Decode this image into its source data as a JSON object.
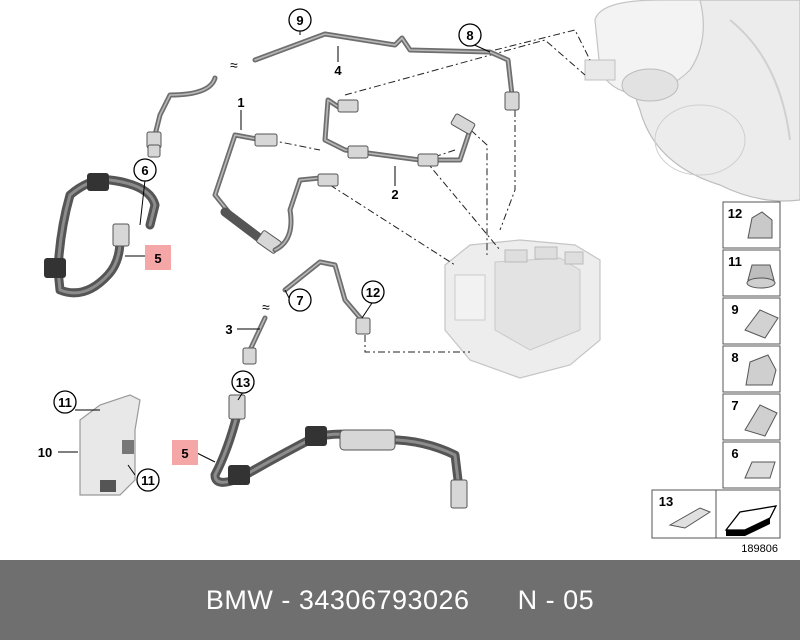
{
  "footer": {
    "brand": "BMW",
    "sep1": " - ",
    "part_number": "34306793026",
    "gap": "      ",
    "position": "N - 05"
  },
  "diagram": {
    "ref_code": "189806",
    "callouts": {
      "c9": "9",
      "c8": "8",
      "c6": "6",
      "c7": "7",
      "c12": "12",
      "c13": "13",
      "c11a": "11",
      "c11b": "11"
    },
    "labels": {
      "l4": "4",
      "l1": "1",
      "l2": "2",
      "l3": "3",
      "l10": "10",
      "l5a": "5",
      "l5b": "5"
    },
    "sidebar": {
      "s12": "12",
      "s11": "11",
      "s9": "9",
      "s8": "8",
      "s7": "7",
      "s6": "6",
      "s13": "13"
    }
  },
  "colors": {
    "footer_bg": "#6f6f6f",
    "highlight_box": "#f5a6a6",
    "line": "#6e6e6e"
  }
}
